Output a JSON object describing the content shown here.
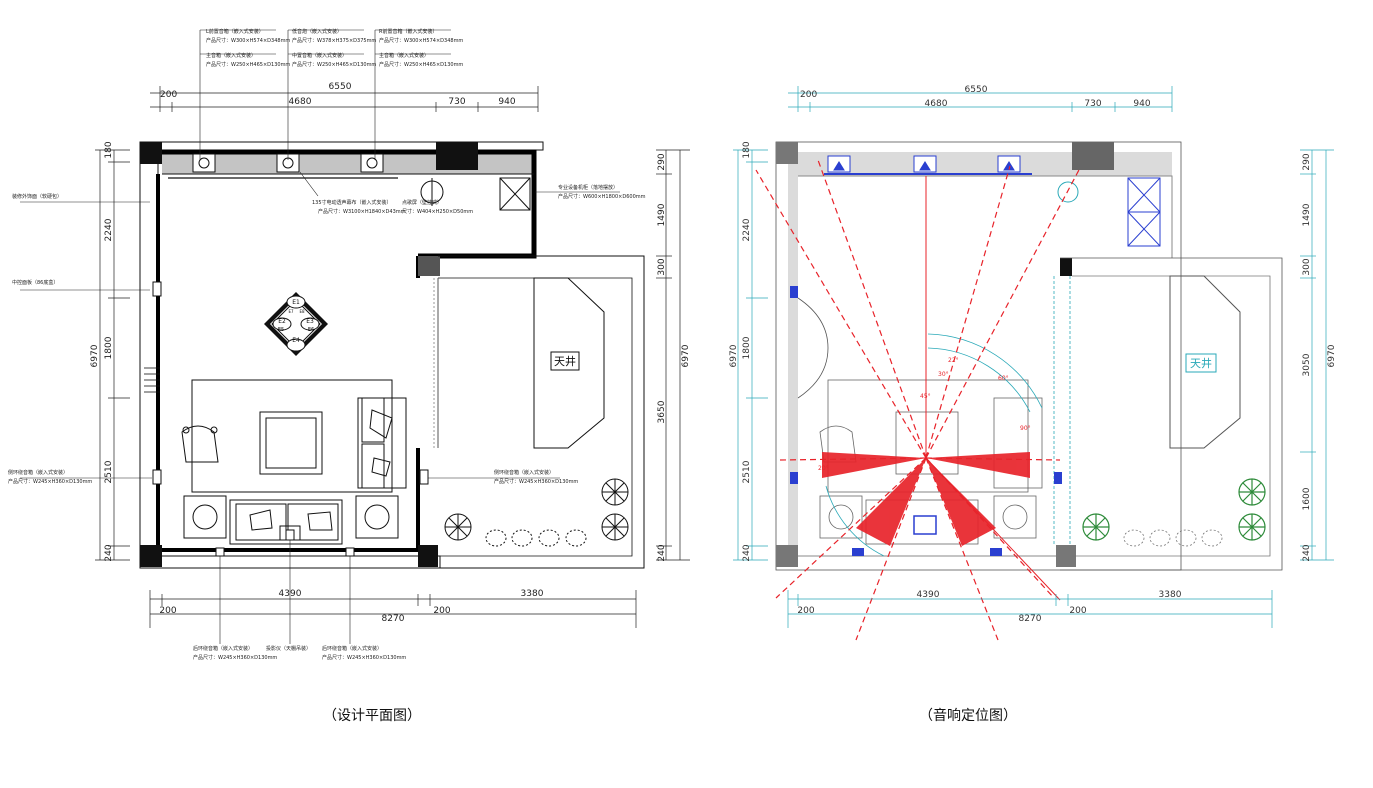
{
  "left_plan": {
    "caption": "（设计平面图）",
    "dims_top": {
      "total": "6550",
      "a": "200",
      "b": "4680",
      "c": "730",
      "d": "940"
    },
    "dims_bottom": {
      "total": "8270",
      "a": "200",
      "b": "4390",
      "c": "200",
      "d": "3380"
    },
    "dims_left": {
      "total": "6970",
      "a": "180",
      "b": "2240",
      "c": "1800",
      "d": "2510",
      "e": "240"
    },
    "dims_right": {
      "total": "6970",
      "a": "290",
      "b": "1490",
      "c": "300",
      "d": "3650",
      "e": "240"
    },
    "skylight_label": "天井",
    "seat_labels": [
      "E1",
      "E2",
      "E3",
      "E4",
      "E5",
      "E6",
      "E7",
      "E8"
    ],
    "annotations": {
      "top_l_title": "L前置音箱（嵌入式安装）",
      "top_l_size": "产品尺寸：W300×H574×D348mm",
      "top_l2_title": "主音箱（嵌入式安装）",
      "top_l2_size": "产品尺寸：W250×H465×D130mm",
      "top_c_title": "低音炮（嵌入式安装）",
      "top_c_size": "产品尺寸：W378×H375×D375mm",
      "top_c2_title": "中置音箱（嵌入式安装）",
      "top_c2_size": "产品尺寸：W250×H465×D130mm",
      "top_r_title": "R前置音箱（嵌入式安装）",
      "top_r_size": "产品尺寸：W300×H574×D348mm",
      "top_r2_title": "主音箱（嵌入式安装）",
      "top_r2_size": "产品尺寸：W250×H465×D130mm",
      "screen_title": "135寸电动透声幕布（嵌入式安装）",
      "screen_size": "产品尺寸：W3100×H1840×D43mm",
      "proj_title": "点歌屏（壁挂式）",
      "proj_size": "尺寸：W404×H250×D50mm",
      "cabinet_title": "专业设备机柜（落地摆放）",
      "cabinet_size": "产品尺寸：W600×H1800×D600mm",
      "wall_deco": "装修外饰面（软硬包）",
      "mid_panel": "中控面板（86底盒）",
      "side_l_title": "侧环绕音箱（嵌入式安装）",
      "side_l_size": "产品尺寸：W245×H360×D130mm",
      "side_r_title": "侧环绕音箱（嵌入式安装）",
      "side_r_size": "产品尺寸：W245×H360×D130mm",
      "rear_l_title": "后环绕音箱（嵌入式安装）",
      "rear_l_size": "产品尺寸：W245×H360×D130mm",
      "projector_title": "投影仪（天棚吊装）",
      "rear_r_title": "后环绕音箱（嵌入式安装）",
      "rear_r_size": "产品尺寸：W245×H360×D130mm"
    }
  },
  "right_plan": {
    "caption": "（音响定位图）",
    "dims_top": {
      "total": "6550",
      "a": "200",
      "b": "4680",
      "c": "730",
      "d": "940"
    },
    "dims_bottom": {
      "total": "8270",
      "a": "200",
      "b": "4390",
      "c": "200",
      "d": "3380"
    },
    "dims_left": {
      "total": "6970",
      "a": "180",
      "b": "2240",
      "c": "1800",
      "d": "2510",
      "e": "240"
    },
    "dims_right": {
      "total": "6970",
      "a": "290",
      "b": "1490",
      "c": "300",
      "d": "3050",
      "e": "1600",
      "f": "240"
    },
    "skylight_label": "天井",
    "angles": [
      "30°",
      "22°",
      "45°",
      "60°",
      "20°",
      "90°"
    ]
  },
  "colors": {
    "line": "#111111",
    "red": "#e8232a",
    "blue": "#2a3fd0",
    "cyan": "#2aa9b8",
    "green": "#2e8b3a"
  }
}
